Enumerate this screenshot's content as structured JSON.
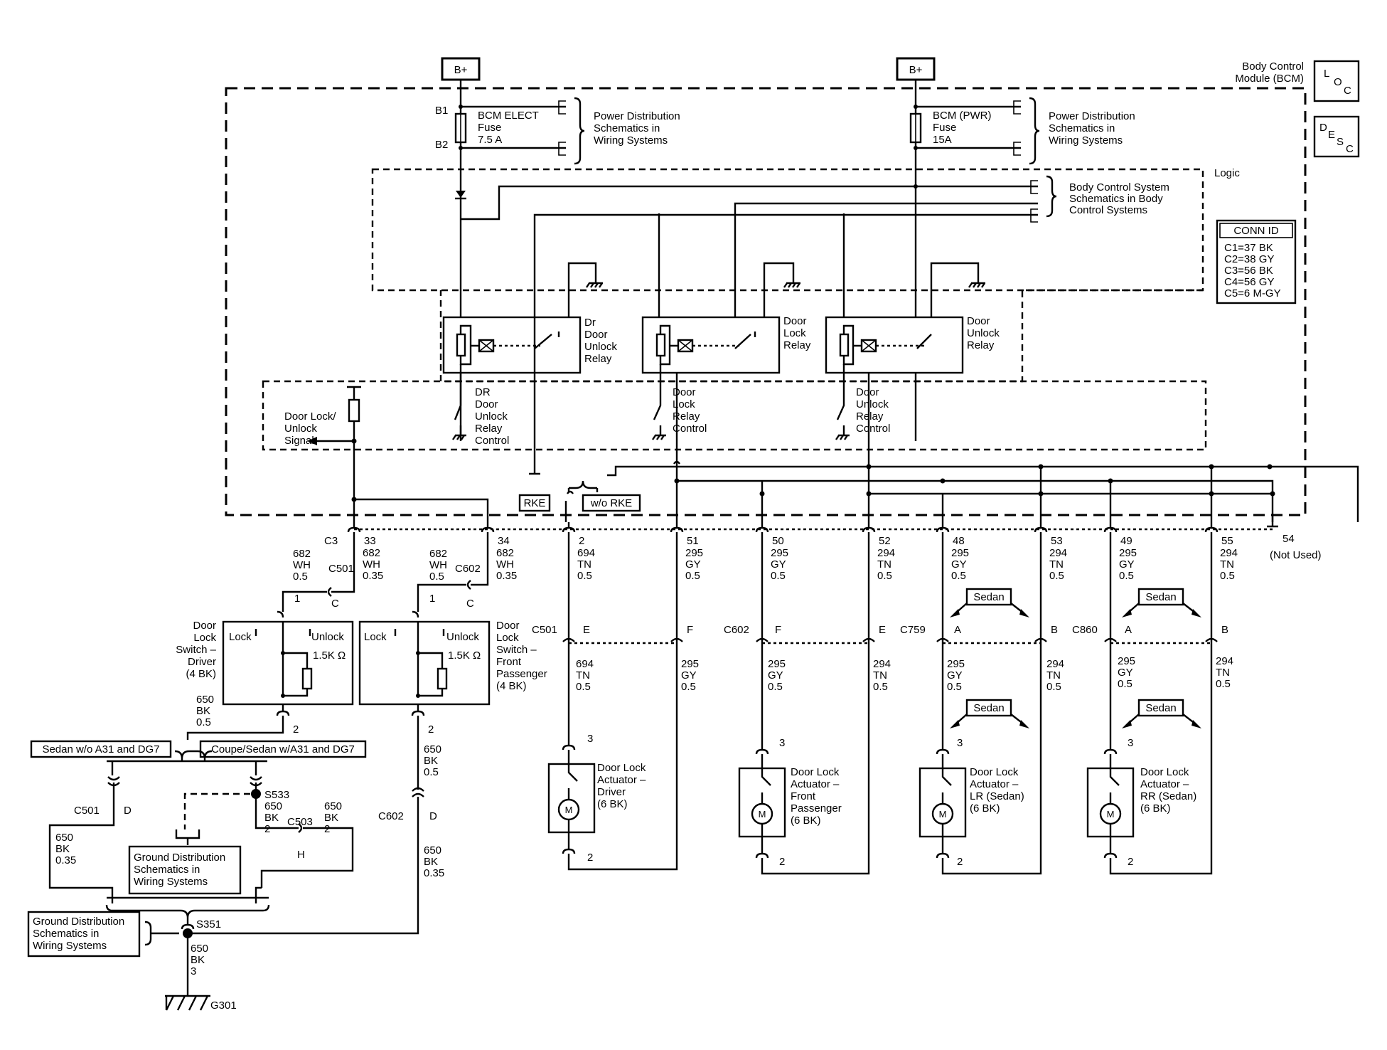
{
  "labels": {
    "bplus_1": "B+",
    "bplus_2": "B+",
    "bcm_title_1": "Body Control",
    "bcm_title_2": "Module (BCM)",
    "loc_l": "L",
    "loc_o": "O",
    "loc_c": "C",
    "desc_d": "D",
    "desc_e": "E",
    "desc_s": "S",
    "desc_c": "C",
    "logic": "Logic",
    "b1": "B1",
    "b2": "B2",
    "fuse1_l1": "BCM ELECT",
    "fuse1_l2": "Fuse",
    "fuse1_l3": "7.5 A",
    "fuse2_l1": "BCM (PWR)",
    "fuse2_l2": "Fuse",
    "fuse2_l3": "15A",
    "pd1_l1": "Power Distribution",
    "pd1_l2": "Schematics in",
    "pd1_l3": "Wiring Systems",
    "pd2_l1": "Power Distribution",
    "pd2_l2": "Schematics in",
    "pd2_l3": "Wiring Systems",
    "bcs_l1": "Body Control System",
    "bcs_l2": "Schematics in Body",
    "bcs_l3": "Control Systems",
    "conn_title": "CONN ID",
    "conn_1": "C1=37 BK",
    "conn_2": "C2=38 GY",
    "conn_3": "C3=56 BK",
    "conn_4": "C4=56 GY",
    "conn_5": "C5=6 M-GY",
    "relay1_l1": "Dr",
    "relay1_l2": "Door",
    "relay1_l3": "Unlock",
    "relay1_l4": "Relay",
    "relay2_l1": "Door",
    "relay2_l2": "Lock",
    "relay2_l3": "Relay",
    "relay3_l1": "Door",
    "relay3_l2": "Unlock",
    "relay3_l3": "Relay",
    "sig_l1": "Door Lock/",
    "sig_l2": "Unlock",
    "sig_l3": "Signal",
    "ctl1_l1": "DR",
    "ctl1_l2": "Door",
    "ctl1_l3": "Unlock",
    "ctl1_l4": "Relay",
    "ctl1_l5": "Control",
    "ctl2_l1": "Door",
    "ctl2_l2": "Lock",
    "ctl2_l3": "Relay",
    "ctl2_l4": "Control",
    "ctl3_l1": "Door",
    "ctl3_l2": "Unlock",
    "ctl3_l3": "Relay",
    "ctl3_l4": "Control",
    "rke": "RKE",
    "wo_rke": "w/o RKE",
    "c3": "C3",
    "not_used": "(Not Used)",
    "c501_a": "C501",
    "c602_a": "C602",
    "c501_b": "C501",
    "c602_b": "C602",
    "c759": "C759",
    "c860": "C860",
    "c501_d": "C501",
    "c602_d": "C602",
    "c503": "C503",
    "pin_c_1": "C",
    "pin_c_2": "C",
    "pin_1_a": "1",
    "pin_1_b": "1",
    "pin_2_a": "2",
    "pin_2_b": "2",
    "pin_e_1": "E",
    "pin_f_1": "F",
    "pin_f_2": "F",
    "pin_e_2": "E",
    "pin_a_1": "A",
    "pin_b_1": "B",
    "pin_a_2": "A",
    "pin_b_2": "B",
    "pin_d_1": "D",
    "pin_d_2": "D",
    "pin_h": "H",
    "sedan_1": "Sedan",
    "sedan_2": "Sedan",
    "sedan_3": "Sedan",
    "sedan_4": "Sedan",
    "sw1_l1": "Door",
    "sw1_l2": "Lock",
    "sw1_l3": "Switch –",
    "sw1_l4": "Driver",
    "sw1_l5": "(4 BK)",
    "sw2_l1": "Door",
    "sw2_l2": "Lock",
    "sw2_l3": "Switch –",
    "sw2_l4": "Front",
    "sw2_l5": "Passenger",
    "sw2_l6": "(4 BK)",
    "lock_1": "Lock",
    "unlock_1": "Unlock",
    "res_1": "1.5K Ω",
    "lock_2": "Lock",
    "unlock_2": "Unlock",
    "res_2": "1.5K Ω",
    "opt_1": "Sedan w/o A31 and DG7",
    "opt_2": "Coupe/Sedan w/A31 and DG7",
    "s533": "S533",
    "s351": "S351",
    "g301": "G301",
    "gd1_l1": "Ground Distribution",
    "gd1_l2": "Schematics in",
    "gd1_l3": "Wiring Systems",
    "gd2_l1": "Ground Distribution",
    "gd2_l2": "Schematics in",
    "gd2_l3": "Wiring Systems",
    "act1_l1": "Door Lock",
    "act1_l2": "Actuator –",
    "act1_l3": "Driver",
    "act1_l4": "(6 BK)",
    "act2_l1": "Door Lock",
    "act2_l2": "Actuator –",
    "act2_l3": "Front",
    "act2_l4": "Passenger",
    "act2_l5": "(6 BK)",
    "act3_l1": "Door Lock",
    "act3_l2": "Actuator –",
    "act3_l3": "LR (Sedan)",
    "act3_l4": "(6 BK)",
    "act4_l1": "Door Lock",
    "act4_l2": "Actuator –",
    "act4_l3": "RR (Sedan)",
    "act4_l4": "(6 BK)",
    "motor_1": "M",
    "motor_2": "M",
    "motor_3": "M",
    "motor_4": "M",
    "act_pin3_1": "3",
    "act_pin2_1": "2",
    "act_pin3_2": "3",
    "act_pin2_2": "2",
    "act_pin3_3": "3",
    "act_pin2_3": "2",
    "act_pin3_4": "3",
    "act_pin2_4": "2",
    "g_pin_2": "2",
    "g_pin_3": "3"
  },
  "wires": {
    "w682a": [
      "682",
      "WH",
      "0.5"
    ],
    "w682b": [
      "682",
      "WH",
      "0.5"
    ],
    "w650sw1": [
      "650",
      "BK",
      "0.5"
    ],
    "w650sw2": [
      "650",
      "BK",
      "0.5"
    ],
    "w650left": [
      "650",
      "BK",
      "0.35"
    ],
    "w650s533": [
      "650",
      "BK",
      "2"
    ],
    "w650c503": [
      "650",
      "BK",
      "2"
    ],
    "w650right": [
      "650",
      "BK",
      "0.35"
    ],
    "w650g": [
      "650",
      "BK",
      "3"
    ],
    "w694low": [
      "694",
      "TN",
      "0.5"
    ],
    "w295low1": [
      "295",
      "GY",
      "0.5"
    ],
    "w295low2": [
      "295",
      "GY",
      "0.5"
    ],
    "w294low1": [
      "294",
      "TN",
      "0.5"
    ],
    "w295low3": [
      "295",
      "GY",
      "0.5"
    ],
    "w294low2": [
      "294",
      "TN",
      "0.5"
    ],
    "w295low4": [
      "295",
      "GY",
      "0.5"
    ],
    "w294low3": [
      "294",
      "TN",
      "0.5"
    ]
  },
  "bcm_pins": [
    {
      "pin": "33",
      "circuit": [
        "682",
        "WH",
        "0.35"
      ]
    },
    {
      "pin": "34",
      "circuit": [
        "682",
        "WH",
        "0.35"
      ]
    },
    {
      "pin": "2",
      "circuit": [
        "694",
        "TN",
        "0.5"
      ]
    },
    {
      "pin": "51",
      "circuit": [
        "295",
        "GY",
        "0.5"
      ]
    },
    {
      "pin": "50",
      "circuit": [
        "295",
        "GY",
        "0.5"
      ]
    },
    {
      "pin": "52",
      "circuit": [
        "294",
        "TN",
        "0.5"
      ]
    },
    {
      "pin": "48",
      "circuit": [
        "295",
        "GY",
        "0.5"
      ]
    },
    {
      "pin": "53",
      "circuit": [
        "294",
        "TN",
        "0.5"
      ]
    },
    {
      "pin": "49",
      "circuit": [
        "295",
        "GY",
        "0.5"
      ]
    },
    {
      "pin": "55",
      "circuit": [
        "294",
        "TN",
        "0.5"
      ]
    },
    {
      "pin": "54",
      "circuit": []
    }
  ]
}
